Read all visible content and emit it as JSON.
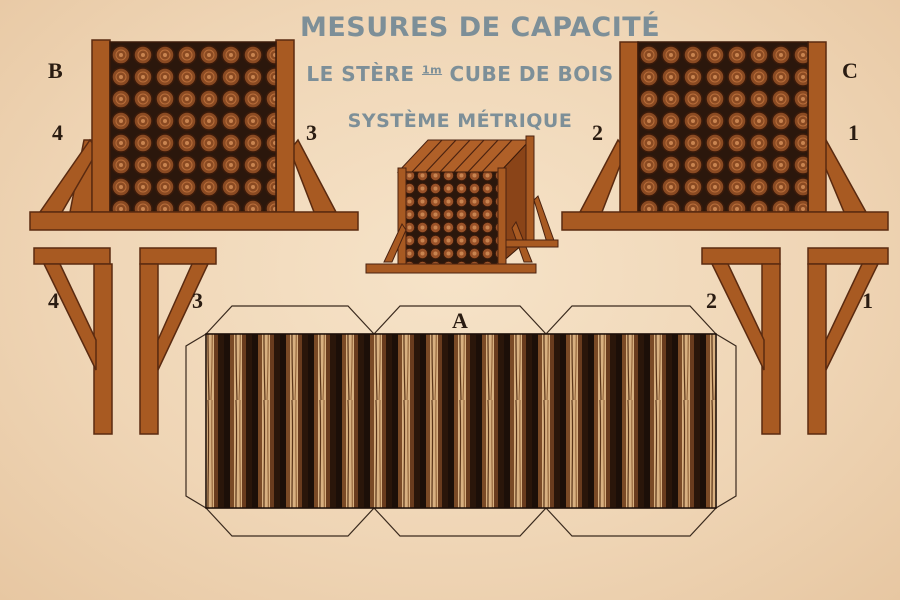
{
  "title": {
    "line1": "MESURES DE CAPACITÉ",
    "line2_a": "LE STÈRE",
    "line2_sup": "1m",
    "line2_b": "CUBE DE BOIS",
    "line3": "SYSTÈME MÉTRIQUE"
  },
  "labels": {
    "a": "A",
    "b": "B",
    "c": "C"
  },
  "numbers": {
    "left_top_left": "4",
    "left_top_right": "3",
    "right_top_left": "2",
    "right_top_right": "1",
    "left_bottom_left": "4",
    "left_bottom_right": "3",
    "right_bottom_left": "2",
    "right_bottom_right": "1"
  },
  "colors": {
    "paper": "#f1d9bd",
    "wood": "#a85a22",
    "wood_dark": "#5a2a10",
    "title": "#7d8f98",
    "ink": "#2a1c12"
  }
}
